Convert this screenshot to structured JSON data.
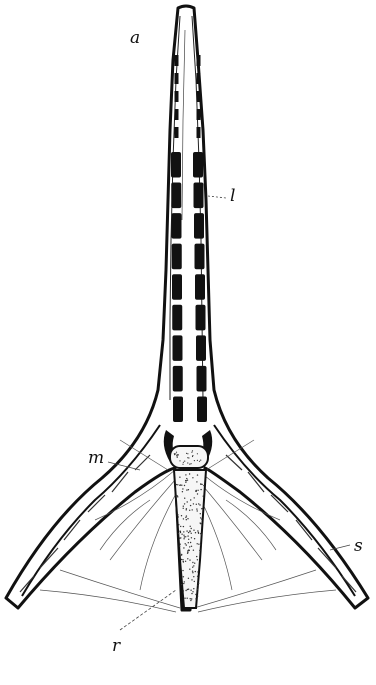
{
  "figure": {
    "labels": {
      "a": "a",
      "l": "l",
      "m": "m",
      "s": "s",
      "r": "r"
    },
    "colors": {
      "ink": "#111111",
      "paper": "#ffffff",
      "cartilage_fill": "#f6f6f6"
    },
    "segments_per_column": 9
  }
}
